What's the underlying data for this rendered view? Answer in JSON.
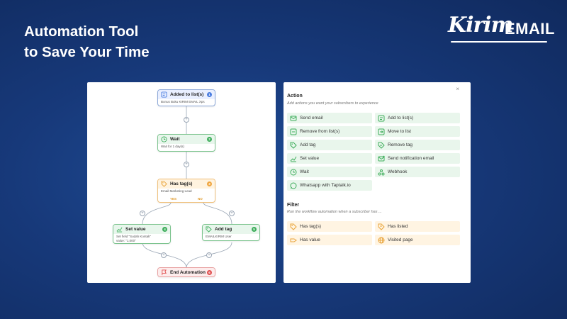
{
  "hero": {
    "line1": "Automation Tool",
    "line2": "to Save Your Time"
  },
  "brand": {
    "kirim": "Kirim",
    "email": "EMAIL"
  },
  "workflow": {
    "nodes": {
      "added": {
        "title": "Added to list(s)",
        "detail": "Bonus Buku KIRIM EMAIL Xps",
        "badge": "1",
        "color": "#4a7de0"
      },
      "wait": {
        "title": "Wait",
        "detail": "Wait for 1 day(s)",
        "badge": "2",
        "color": "#3fae5c"
      },
      "hastag": {
        "title": "Has tag(s)",
        "detail": "Email Marketing Lead",
        "badge": "3",
        "color": "#f0a640"
      },
      "setvalue": {
        "title": "Set value",
        "detail_line1": "Set field \"Sudah Kontak\"",
        "detail_line2": "value: \"1,000\"",
        "badge": "4",
        "color": "#3fae5c"
      },
      "addtag": {
        "title": "Add tag",
        "detail": "EMAILKIRIM User",
        "badge": "5",
        "color": "#3fae5c"
      },
      "end": {
        "title": "End Automation",
        "badge": "6",
        "color": "#e05050"
      }
    },
    "branch_yes": "YES",
    "branch_no": "NO",
    "plus_symbol": "+"
  },
  "panel": {
    "close_symbol": "×",
    "action_title": "Action",
    "action_sub": "Add actions you want your subscribers to experience",
    "actions": [
      {
        "label": "Send email",
        "icon": "envelope-icon"
      },
      {
        "label": "Add to list(s)",
        "icon": "list-add-icon"
      },
      {
        "label": "Remove from list(s)",
        "icon": "list-remove-icon"
      },
      {
        "label": "Move to list",
        "icon": "list-move-icon"
      },
      {
        "label": "Add tag",
        "icon": "tag-add-icon"
      },
      {
        "label": "Remove tag",
        "icon": "tag-remove-icon"
      },
      {
        "label": "Set value",
        "icon": "set-value-icon"
      },
      {
        "label": "Send notification email",
        "icon": "notification-email-icon"
      },
      {
        "label": "Wait",
        "icon": "clock-icon"
      },
      {
        "label": "Webhook",
        "icon": "webhook-icon"
      },
      {
        "label": "Whatsapp with Taptalk.io",
        "icon": "whatsapp-icon"
      }
    ],
    "filter_title": "Filter",
    "filter_sub": "Run the workflow automation when a subscriber has ...",
    "filters": [
      {
        "label": "Has tag(s)",
        "icon": "tag-icon"
      },
      {
        "label": "Has listed",
        "icon": "list-icon"
      },
      {
        "label": "Has value",
        "icon": "value-icon"
      },
      {
        "label": "Visited page",
        "icon": "globe-icon"
      }
    ],
    "colors": {
      "action_icon": "#3fae5c",
      "filter_icon": "#e9a43a"
    }
  }
}
